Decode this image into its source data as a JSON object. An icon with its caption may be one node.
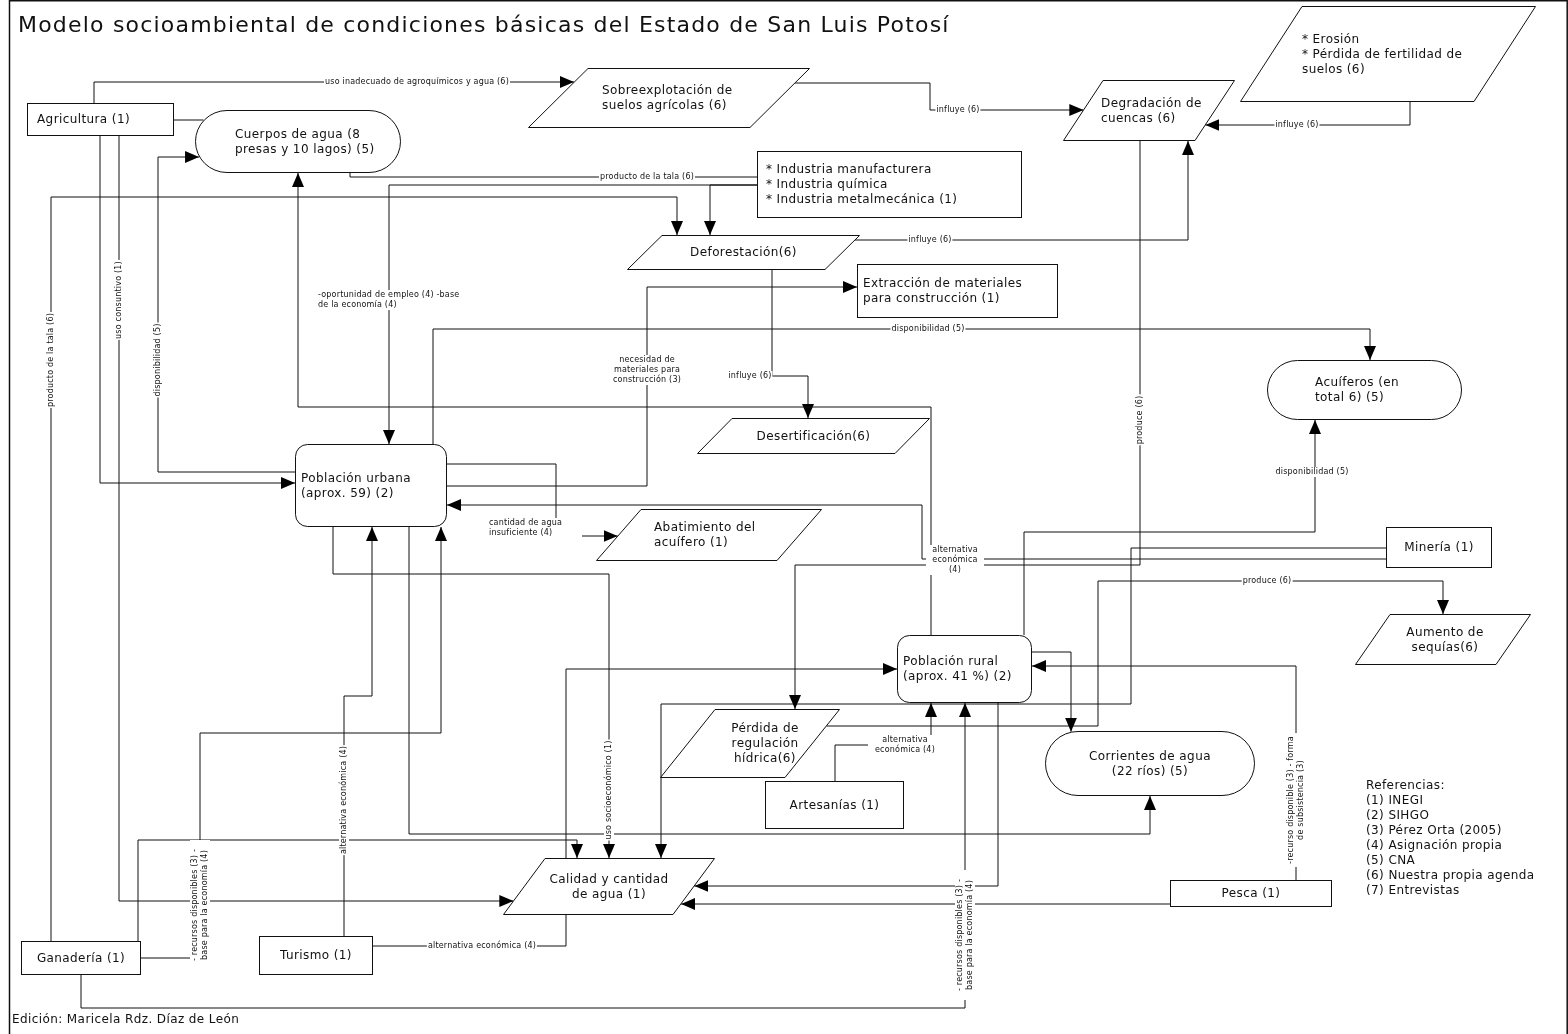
{
  "diagram": {
    "title": "Modelo socioambiental de condiciones básicas del Estado de San Luis Potosí",
    "nodes": [
      {
        "text": [
          "Agricultura (1)"
        ]
      },
      {
        "text": [
          "Cuerpos de agua (8 presas y 10 lagos) (5)"
        ]
      },
      {
        "text": [
          "Sobreexplotación de suelos agrícolas (6)"
        ]
      },
      {
        "text": [
          "Degradación de cuencas (6)"
        ]
      },
      {
        "text": [
          "* Erosión",
          "* Pérdida de fertilidad de suelos (6)"
        ]
      },
      {
        "text": [
          "* Industria manufacturera",
          "* Industria química",
          "* Industria metalmecánica (1)"
        ]
      },
      {
        "text": [
          "Deforestación(6)"
        ]
      },
      {
        "text": [
          "Extracción de materiales para construcción (1)"
        ]
      },
      {
        "text": [
          "Acuíferos (en total 6) (5)"
        ]
      },
      {
        "text": [
          "Desertificación(6)"
        ]
      },
      {
        "text": [
          "Población urbana (aprox. 59) (2)"
        ]
      },
      {
        "text": [
          "Abatimiento del acuífero (1)"
        ]
      },
      {
        "text": [
          "Minería (1)"
        ]
      },
      {
        "text": [
          "Población rural (aprox. 41 %) (2)"
        ]
      },
      {
        "text": [
          "Aumento de sequías(6)"
        ]
      },
      {
        "text": [
          "Pérdida de regulación hídrica(6)"
        ]
      },
      {
        "text": [
          "Corrientes de agua (22 ríos) (5)"
        ]
      },
      {
        "text": [
          "Artesanías (1)"
        ]
      },
      {
        "text": [
          "Calidad y cantidad de agua (1)"
        ]
      },
      {
        "text": [
          "Pesca (1)"
        ]
      },
      {
        "text": [
          "Ganadería (1)"
        ]
      },
      {
        "text": [
          "Turismo (1)"
        ]
      }
    ],
    "edges": [
      {
        "from": 0,
        "to": 2,
        "arrow": "to",
        "label": "uso inadecuado de agroquímicos y agua (6)"
      },
      {
        "from": 2,
        "to": 3,
        "arrow": "to",
        "label": "influye (6)"
      },
      {
        "from": 4,
        "to": 3,
        "arrow": "to",
        "label": "influye (6)"
      },
      {
        "from": 0,
        "to": 1,
        "arrow": "none"
      },
      {
        "from": 0,
        "to": 10,
        "arrow": "to"
      },
      {
        "from": 0,
        "to": 18,
        "arrow": "to",
        "label": "uso consuntivo (1)"
      },
      {
        "from": 1,
        "to": 5,
        "arrow": "none",
        "label": "producto de la tala (6)"
      },
      {
        "from": 5,
        "to": 6,
        "arrow": "to"
      },
      {
        "from": 5,
        "to": 10,
        "arrow": "to",
        "label": "-oportunidad de empleo (4) -base de la economía (4)"
      },
      {
        "from": 20,
        "to": 6,
        "arrow": "to",
        "label": "producto de la tala (6)"
      },
      {
        "from": 6,
        "to": 3,
        "arrow": "to",
        "label": "influye (6)"
      },
      {
        "from": 6,
        "to": 9,
        "arrow": "to",
        "label": "influye (6)"
      },
      {
        "from": 10,
        "to": 7,
        "arrow": "to",
        "label": "necesidad de materiales para construcción (3)"
      },
      {
        "from": 10,
        "to": 8,
        "arrow": "to",
        "label": "disponibilidad (5)"
      },
      {
        "from": 10,
        "to": 1,
        "arrow": "to",
        "label": "disponibilidad (5)"
      },
      {
        "from": 10,
        "to": 11,
        "arrow": "to",
        "label": "cantidad de agua insuficiente (4)"
      },
      {
        "from": 13,
        "to": 1,
        "arrow": "to"
      },
      {
        "from": 12,
        "to": 10,
        "arrow": "to",
        "label": "alternativa económica (4)"
      },
      {
        "from": 12,
        "to": 18,
        "arrow": "to"
      },
      {
        "from": 3,
        "to": 15,
        "arrow": "to",
        "label": "produce (6)"
      },
      {
        "from": 13,
        "to": 8,
        "arrow": "to",
        "label": "disponibilidad (5)"
      },
      {
        "from": 10,
        "to": 18,
        "arrow": "to",
        "label": "uso socioeconómico (1)"
      },
      {
        "from": 10,
        "to": 16,
        "arrow": "to"
      },
      {
        "from": 21,
        "to": 10,
        "arrow": "to",
        "label": "alternativa económica (4)"
      },
      {
        "from": 21,
        "to": 18,
        "arrow": "none",
        "label": "alternativa económica (4)"
      },
      {
        "from": 20,
        "to": 10,
        "arrow": "to",
        "label": "- recursos disponibles (3) - base para la economía (4)"
      },
      {
        "from": 20,
        "to": 18,
        "arrow": "to"
      },
      {
        "from": 20,
        "to": 13,
        "arrow": "to",
        "label": "- recursos disponibles (3) - base para la economía (4)"
      },
      {
        "from": 18,
        "to": 13,
        "arrow": "to"
      },
      {
        "from": 15,
        "to": 14,
        "arrow": "to",
        "label": "produce (6)"
      },
      {
        "from": 17,
        "to": 13,
        "arrow": "to",
        "label": "alternativa económica (4)"
      },
      {
        "from": 13,
        "to": 18,
        "arrow": "to"
      },
      {
        "from": 13,
        "to": 16,
        "arrow": "to"
      },
      {
        "from": 19,
        "to": 13,
        "arrow": "to",
        "label": "-recurso disponible (3) - forma de subsistencia (3)"
      },
      {
        "from": 19,
        "to": 18,
        "arrow": "to"
      }
    ],
    "labels": [
      "Referencias:",
      "(1) INEGI",
      "(2) SIHGO",
      "(3) Pérez Orta (2005)",
      "(4) Asignación propia",
      "(5) CNA",
      "(6) Nuestra propia agenda",
      "(7) Entrevistas",
      "Edición: Maricela Rdz. Díaz de León"
    ]
  }
}
